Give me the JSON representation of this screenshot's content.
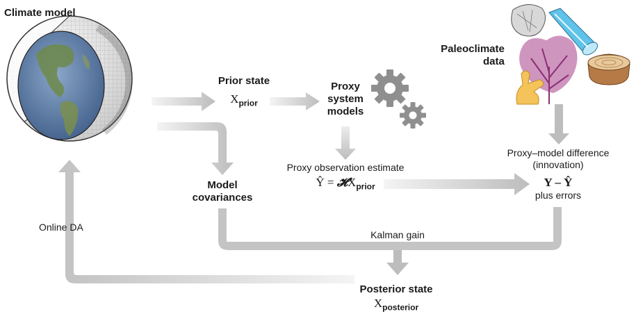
{
  "climate_model": {
    "title": "Climate model"
  },
  "paleo": {
    "title_line1": "Paleoclimate",
    "title_line2": "data"
  },
  "prior": {
    "title": "Prior state",
    "symbol": "X",
    "sub": "prior"
  },
  "psm": {
    "line1": "Proxy",
    "line2": "system",
    "line3": "models"
  },
  "model_cov": {
    "line1": "Model",
    "line2": "covariances"
  },
  "proxy_est": {
    "title": "Proxy observation estimate",
    "lhs": "Ŷ",
    "eq": "=",
    "op": "𝓗",
    "symbol": "X",
    "sub": "prior"
  },
  "innovation": {
    "line1": "Proxy–model difference",
    "line2": "(innovation)",
    "expr": "Y – Ŷ",
    "line3": "plus errors"
  },
  "kalman": {
    "label": "Kalman gain"
  },
  "online_da": {
    "label": "Online DA"
  },
  "posterior": {
    "title": "Posterior state",
    "symbol": "X",
    "sub": "posterior"
  }
}
